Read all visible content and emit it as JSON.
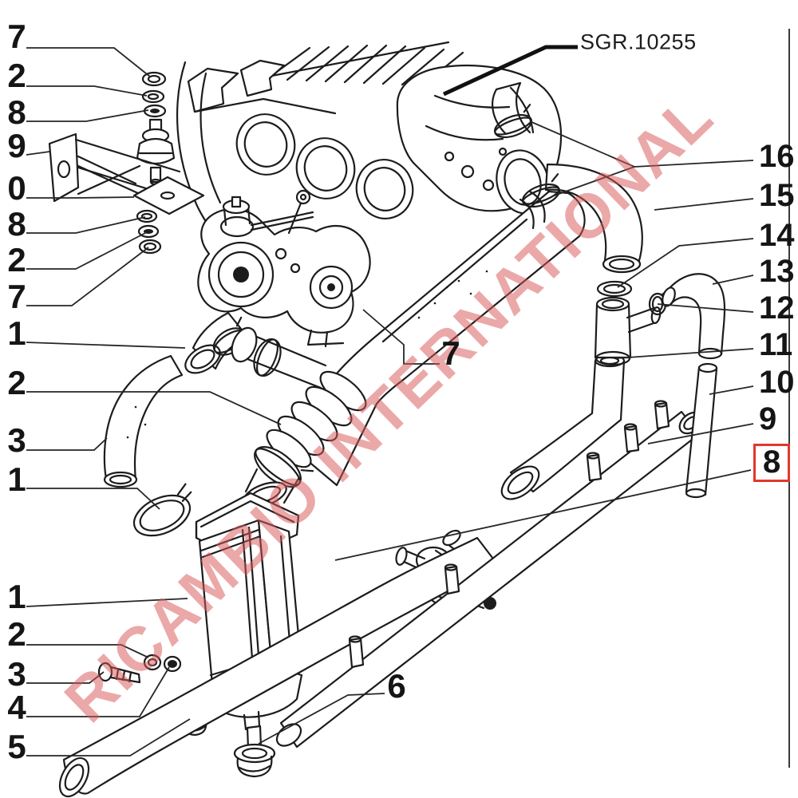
{
  "diagram": {
    "reference": "SGR.10255",
    "watermark_text": "RICAMBIO INTERNATIONAL",
    "watermark_color": "#d85858",
    "line_color": "#1c1c1c",
    "highlight_color": "#e2372b",
    "highlighted_callout": "8",
    "left_callouts": [
      "7",
      "2",
      "8",
      "9",
      "0",
      "8",
      "2",
      "7",
      "1",
      "2",
      "3",
      "1",
      "1",
      "2",
      "3",
      "4",
      "5"
    ],
    "right_callouts": [
      "16",
      "15",
      "14",
      "13",
      "12",
      "11",
      "10",
      "9",
      "8"
    ],
    "center_callouts": [
      "7",
      "6"
    ]
  }
}
